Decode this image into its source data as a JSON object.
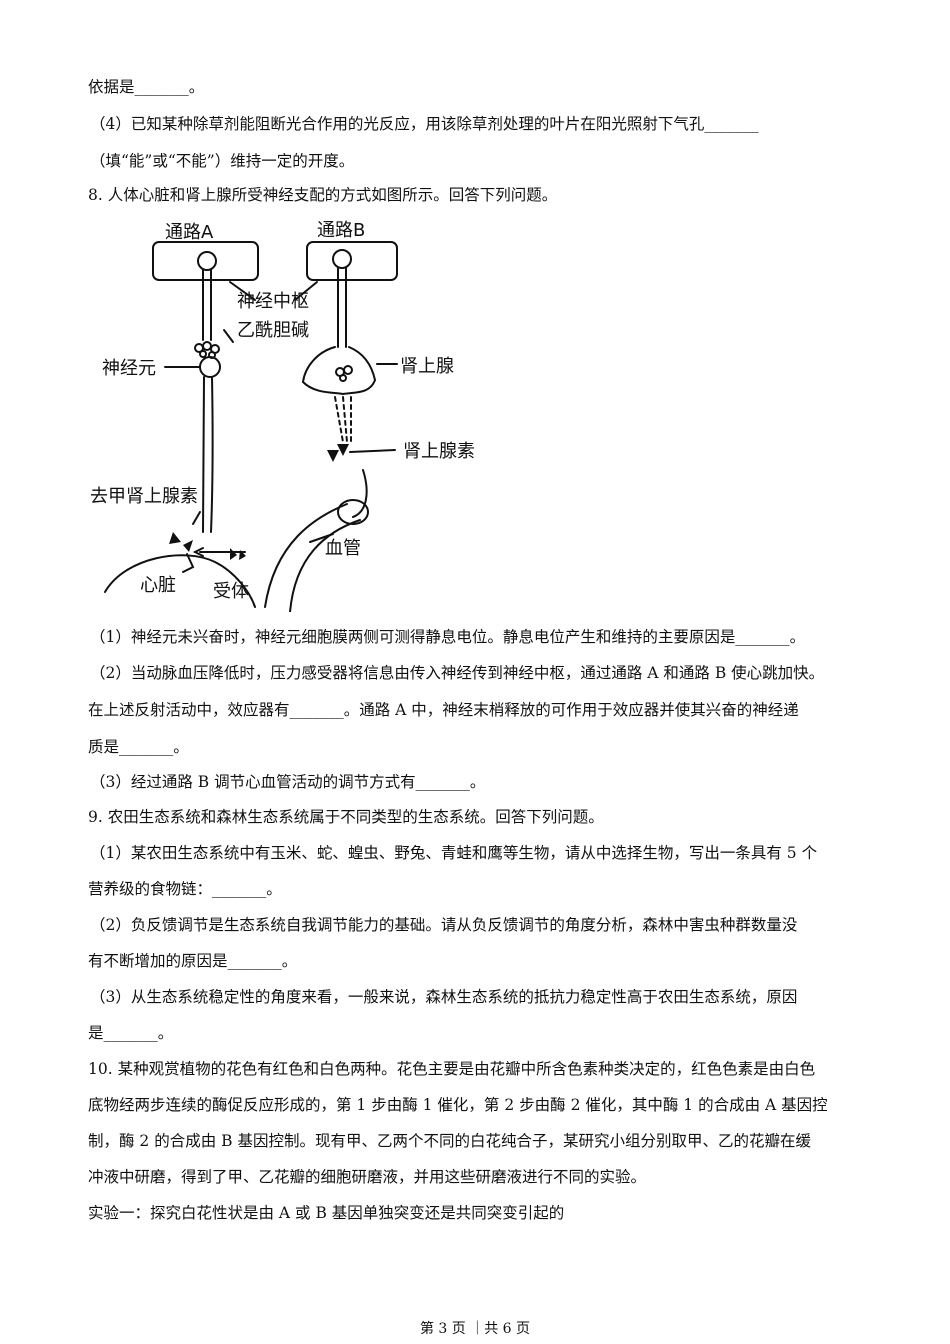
{
  "lines": [
    "依据是_______。",
    "（4）已知某种除草剂能阻断光合作用的光反应，用该除草剂处理的叶片在阳光照射下气孔_______",
    "（填“能”或“不能”）维持一定的开度。",
    "8. 人体心脏和肾上腺所受神经支配的方式如图所示。回答下列问题。",
    "（1）神经元未兴奋时，神经元细胞膜两侧可测得静息电位。静息电位产生和维持的主要原因是_______。",
    "（2）当动脉血压降低时，压力感受器将信息由传入神经传到神经中枢，通过通路 A 和通路 B 使心跳加快。",
    "在上述反射活动中，效应器有_______。通路 A 中，神经末梢释放的可作用于效应器并使其兴奋的神经递",
    "质是_______。",
    "（3）经过通路 B 调节心血管活动的调节方式有_______。",
    "9. 农田生态系统和森林生态系统属于不同类型的生态系统。回答下列问题。",
    "（1）某农田生态系统中有玉米、蛇、蝗虫、野兔、青蛙和鹰等生物，请从中选择生物，写出一条具有 5 个",
    "营养级的食物链：_______。",
    "（2）负反馈调节是生态系统自我调节能力的基础。请从负反馈调节的角度分析，森林中害虫种群数量没",
    "有不断增加的原因是_______。",
    "（3）从生态系统稳定性的角度来看，一般来说，森林生态系统的抵抗力稳定性高于农田生态系统，原因",
    "是_______。",
    "10. 某种观赏植物的花色有红色和白色两种。花色主要是由花瓣中所含色素种类决定的，红色色素是由白色",
    "底物经两步连续的酶促反应形成的，第 1 步由酶 1 催化，第 2 步由酶 2 催化，其中酶 1 的合成由 A 基因控",
    "制，酶 2 的合成由 B 基因控制。现有甲、乙两个不同的白花纯合子，某研究小组分别取甲、乙的花瓣在缓",
    "冲液中研磨，得到了甲、乙花瓣的细胞研磨液，并用这些研磨液进行不同的实验。",
    "实验一：探究白花性状是由 A 或 B 基因单独突变还是共同突变引起的"
  ],
  "figure": {
    "path_a": "通路A",
    "path_b": "通路B",
    "nerve_center": "神经中枢",
    "acetylcholine": "乙酰胆碱",
    "neuron": "神经元",
    "adrenal_gland": "肾上腺",
    "adrenaline": "肾上腺素",
    "noradrenaline": "去甲肾上腺素",
    "blood_vessel": "血管",
    "heart": "心脏",
    "receptor": "受体"
  },
  "footer": "第 3 页 ｜共 6 页"
}
